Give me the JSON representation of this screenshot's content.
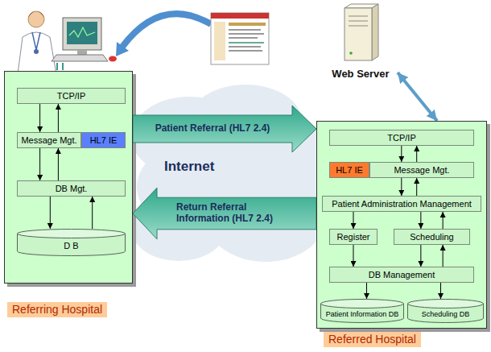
{
  "diagram": {
    "nodes": [
      {
        "text": [
          "Referring Hospital"
        ]
      },
      {
        "text": [
          "TCP/IP"
        ],
        "in": 0
      },
      {
        "text": [
          "Message Mgt."
        ],
        "in": 0
      },
      {
        "text": [
          "HL7 IE"
        ],
        "in": 0
      },
      {
        "text": [
          "DB Mgt."
        ],
        "in": 0
      },
      {
        "text": [
          "D B"
        ],
        "in": 0
      },
      {
        "text": [
          "Referred Hospital"
        ]
      },
      {
        "text": [
          "TCP/IP"
        ],
        "in": 6
      },
      {
        "text": [
          "HL7 IE"
        ],
        "in": 6
      },
      {
        "text": [
          "Message Mgt."
        ],
        "in": 6
      },
      {
        "text": [
          "Patient Administration Management"
        ],
        "in": 6
      },
      {
        "text": [
          "Register"
        ],
        "in": 6
      },
      {
        "text": [
          "Scheduling"
        ],
        "in": 6
      },
      {
        "text": [
          "DB Management"
        ],
        "in": 6
      },
      {
        "text": [
          "Patient Information DB"
        ],
        "in": 6
      },
      {
        "text": [
          "Scheduling DB"
        ],
        "in": 6
      },
      {
        "text": [
          "Web Server"
        ]
      }
    ],
    "edges": [
      {
        "from": 0,
        "to": 6,
        "arrow": "to",
        "label": "Patient Referral (HL7 2.4)"
      },
      {
        "from": 6,
        "to": 0,
        "arrow": "to",
        "label": "Return Referral Information (HL7 2.4)"
      },
      {
        "from": 16,
        "to": 6,
        "arrow": "both"
      },
      {
        "from": 1,
        "to": 2,
        "arrow": "to"
      },
      {
        "from": 2,
        "to": 1,
        "arrow": "to"
      },
      {
        "from": 2,
        "to": 4,
        "arrow": "to"
      },
      {
        "from": 4,
        "to": 2,
        "arrow": "to"
      },
      {
        "from": 4,
        "to": 5,
        "arrow": "to"
      },
      {
        "from": 5,
        "to": 4,
        "arrow": "to"
      },
      {
        "from": 7,
        "to": 9,
        "arrow": "to"
      },
      {
        "from": 9,
        "to": 7,
        "arrow": "to"
      },
      {
        "from": 9,
        "to": 10,
        "arrow": "to"
      },
      {
        "from": 10,
        "to": 9,
        "arrow": "to"
      },
      {
        "from": 10,
        "to": 11,
        "arrow": "to"
      },
      {
        "from": 10,
        "to": 12,
        "arrow": "to"
      },
      {
        "from": 12,
        "to": 10,
        "arrow": "to"
      },
      {
        "from": 11,
        "to": 13,
        "arrow": "to"
      },
      {
        "from": 12,
        "to": 13,
        "arrow": "to"
      },
      {
        "from": 13,
        "to": 12,
        "arrow": "to"
      },
      {
        "from": 13,
        "to": 14,
        "arrow": "to"
      },
      {
        "from": 13,
        "to": 15,
        "arrow": "to"
      }
    ],
    "labels": [
      "Internet"
    ]
  }
}
